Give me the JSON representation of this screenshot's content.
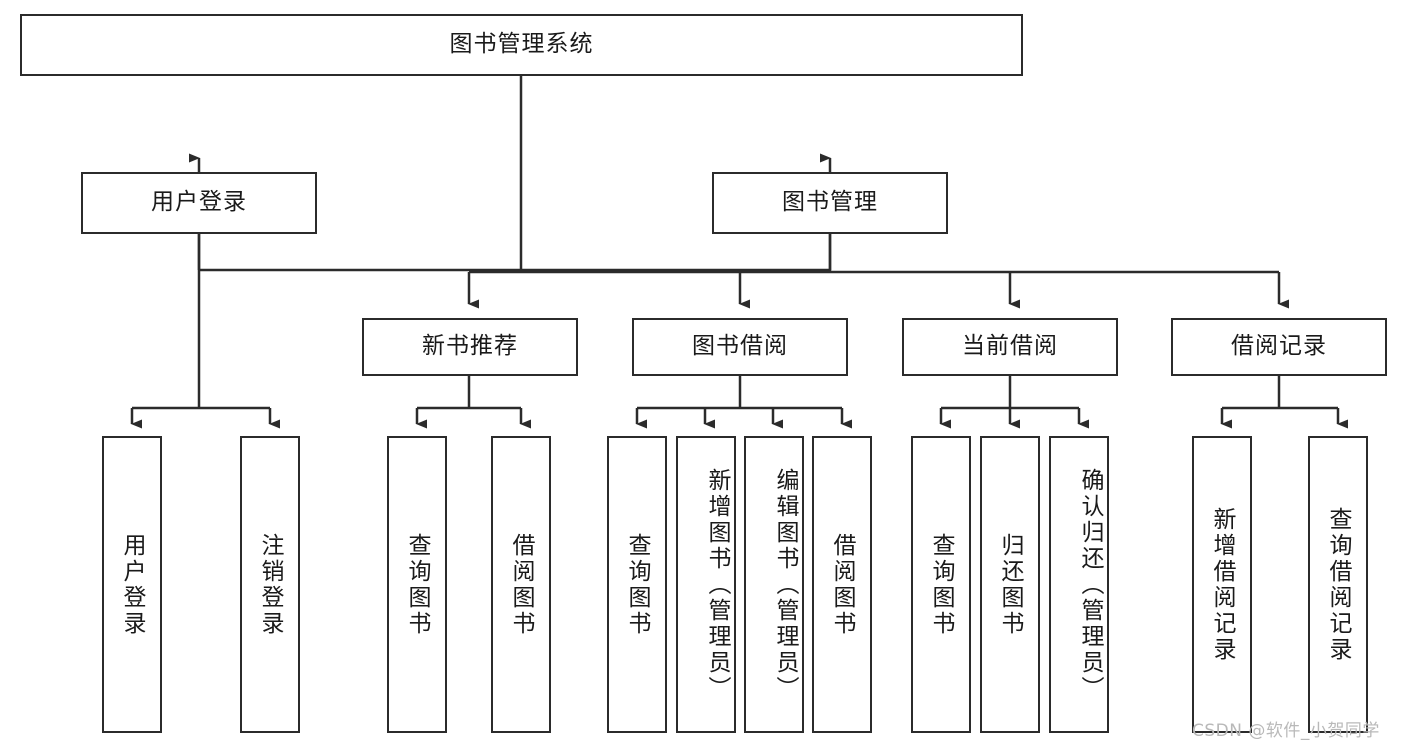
{
  "diagram": {
    "title": "图书管理系统",
    "type": "hierarchy-tree",
    "colors": {
      "box_border": "#2b2b2b",
      "box_fill": "#ffffff",
      "line": "#2b2b2b",
      "watermark": "#b9b9b9",
      "background": "#ffffff"
    },
    "nodes": {
      "root": {
        "label": "图书管理系统"
      },
      "l2": [
        {
          "id": "user-login",
          "label": "用户登录"
        },
        {
          "id": "book-manage",
          "label": "图书管理"
        }
      ],
      "l3": [
        {
          "id": "new-book-recommend",
          "label": "新书推荐"
        },
        {
          "id": "book-borrow",
          "label": "图书借阅"
        },
        {
          "id": "current-borrow",
          "label": "当前借阅"
        },
        {
          "id": "borrow-record",
          "label": "借阅记录"
        }
      ],
      "leaves": [
        {
          "id": "leaf-user-login",
          "label": "用户登录",
          "parent": "user-login"
        },
        {
          "id": "leaf-logout-login",
          "label": "注销登录",
          "parent": "user-login"
        },
        {
          "id": "leaf-query-book-1",
          "label": "查询图书",
          "parent": "new-book-recommend"
        },
        {
          "id": "leaf-borrow-book-1",
          "label": "借阅图书",
          "parent": "new-book-recommend"
        },
        {
          "id": "leaf-query-book-2",
          "label": "查询图书",
          "parent": "book-borrow"
        },
        {
          "id": "leaf-add-book",
          "label": "新增图书（管理员）",
          "parent": "book-borrow"
        },
        {
          "id": "leaf-edit-book",
          "label": "编辑图书（管理员）",
          "parent": "book-borrow"
        },
        {
          "id": "leaf-borrow-book-2",
          "label": "借阅图书",
          "parent": "book-borrow"
        },
        {
          "id": "leaf-query-book-3",
          "label": "查询图书",
          "parent": "current-borrow"
        },
        {
          "id": "leaf-return-book",
          "label": "归还图书",
          "parent": "current-borrow"
        },
        {
          "id": "leaf-confirm-return",
          "label": "确认归还（管理员）",
          "parent": "current-borrow"
        },
        {
          "id": "leaf-add-record",
          "label": "新增借阅记录",
          "parent": "borrow-record"
        },
        {
          "id": "leaf-query-record",
          "label": "查询借阅记录",
          "parent": "borrow-record"
        }
      ]
    },
    "watermark": "CSDN @软件_小贺同学"
  }
}
